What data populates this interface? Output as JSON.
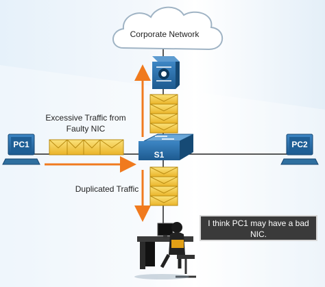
{
  "cloud_label": "Corporate Network",
  "excessive_label_line1": "Excessive Traffic from",
  "excessive_label_line2": "Faulty NIC",
  "duplicated_label": "Duplicated Traffic",
  "pc1_label": "PC1",
  "pc2_label": "PC2",
  "switch_label": "S1",
  "speech_text_line1": "I think PC1 may have a bad",
  "speech_text_line2": "NIC.",
  "colors": {
    "arrow": "#f07a1e",
    "envelope": "#f3c93c",
    "device_blue": "#2a6fa8",
    "link": "#222222"
  },
  "icons": [
    "cloud-icon",
    "multilayer-switch-icon",
    "switch-icon",
    "pc-icon",
    "envelope-icon",
    "user-at-desk-icon"
  ]
}
